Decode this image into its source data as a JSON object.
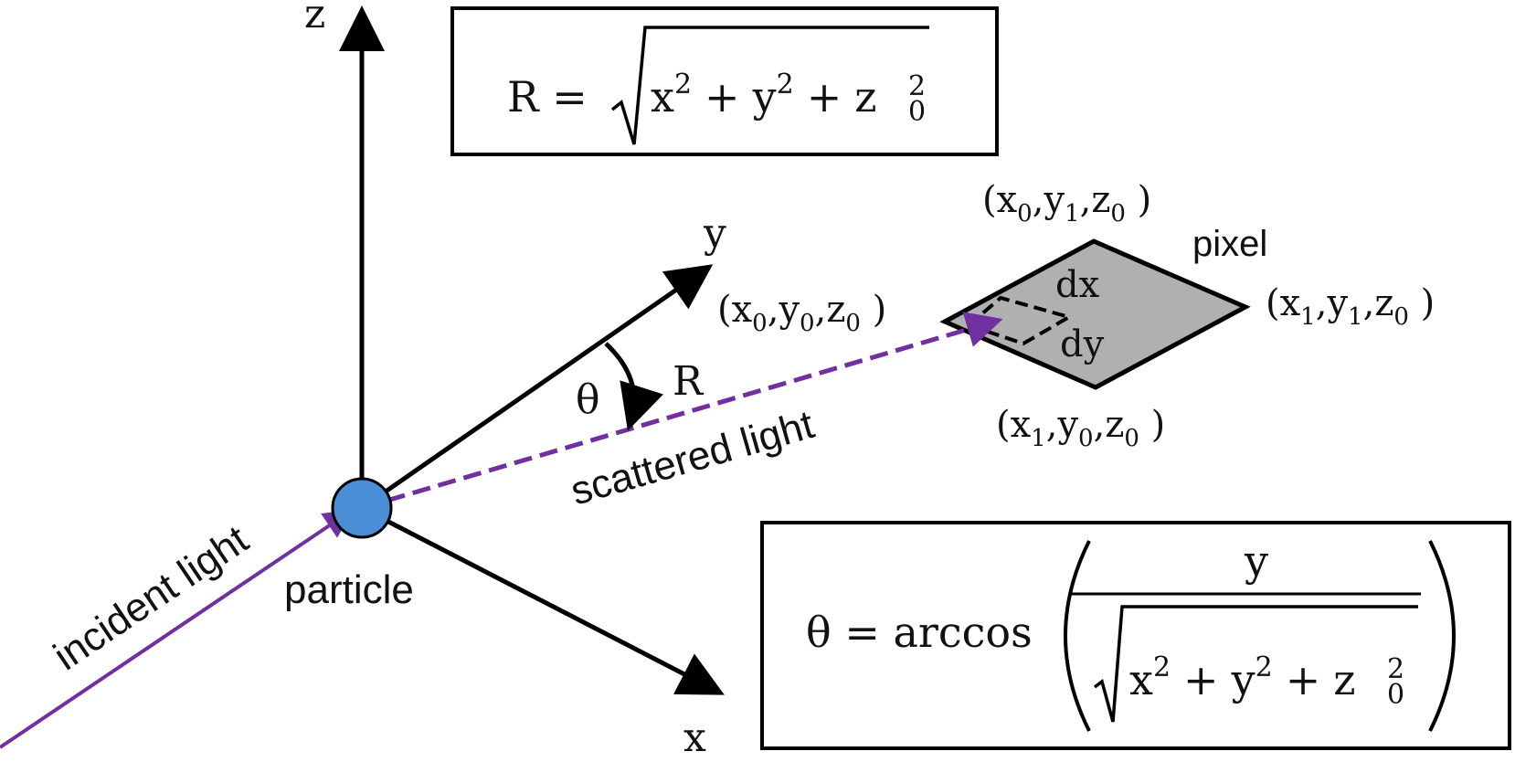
{
  "axes": {
    "z_label": "z",
    "y_label": "y",
    "x_label": "x"
  },
  "labels": {
    "particle": "particle",
    "incident_light": "incident light",
    "scattered_light": "scattered light",
    "theta": "θ",
    "R": "R",
    "pixel": "pixel",
    "dx": "dx",
    "dy": "dy"
  },
  "corners": {
    "x0y0": {
      "x": "x",
      "xs": "0",
      "y": "y",
      "ys": "0",
      "z": "z",
      "zs": "0"
    },
    "x0y1": {
      "x": "x",
      "xs": "0",
      "y": "y",
      "ys": "1",
      "z": "z",
      "zs": "0"
    },
    "x1y1": {
      "x": "x",
      "xs": "1",
      "y": "y",
      "ys": "1",
      "z": "z",
      "zs": "0"
    },
    "x1y0": {
      "x": "x",
      "xs": "1",
      "y": "y",
      "ys": "0",
      "z": "z",
      "zs": "0"
    }
  },
  "formula_R": {
    "lhs": "R =",
    "x": "x",
    "x_exp": "2",
    "plus1": "+",
    "y": "y",
    "y_exp": "2",
    "plus2": "+",
    "z": "z",
    "z_exp": "2",
    "z_sub": "0"
  },
  "formula_theta": {
    "lhs": "θ = arccos",
    "numerator": "y",
    "x": "x",
    "x_exp": "2",
    "plus1": "+",
    "y": "y",
    "y_exp": "2",
    "plus2": "+",
    "z": "z",
    "z_exp": "2",
    "z_sub": "0"
  },
  "colors": {
    "particle_fill": "#4a8fd6",
    "light_purple": "#7030a0",
    "pixel_fill": "#b0b0b0",
    "axis": "#000000"
  }
}
